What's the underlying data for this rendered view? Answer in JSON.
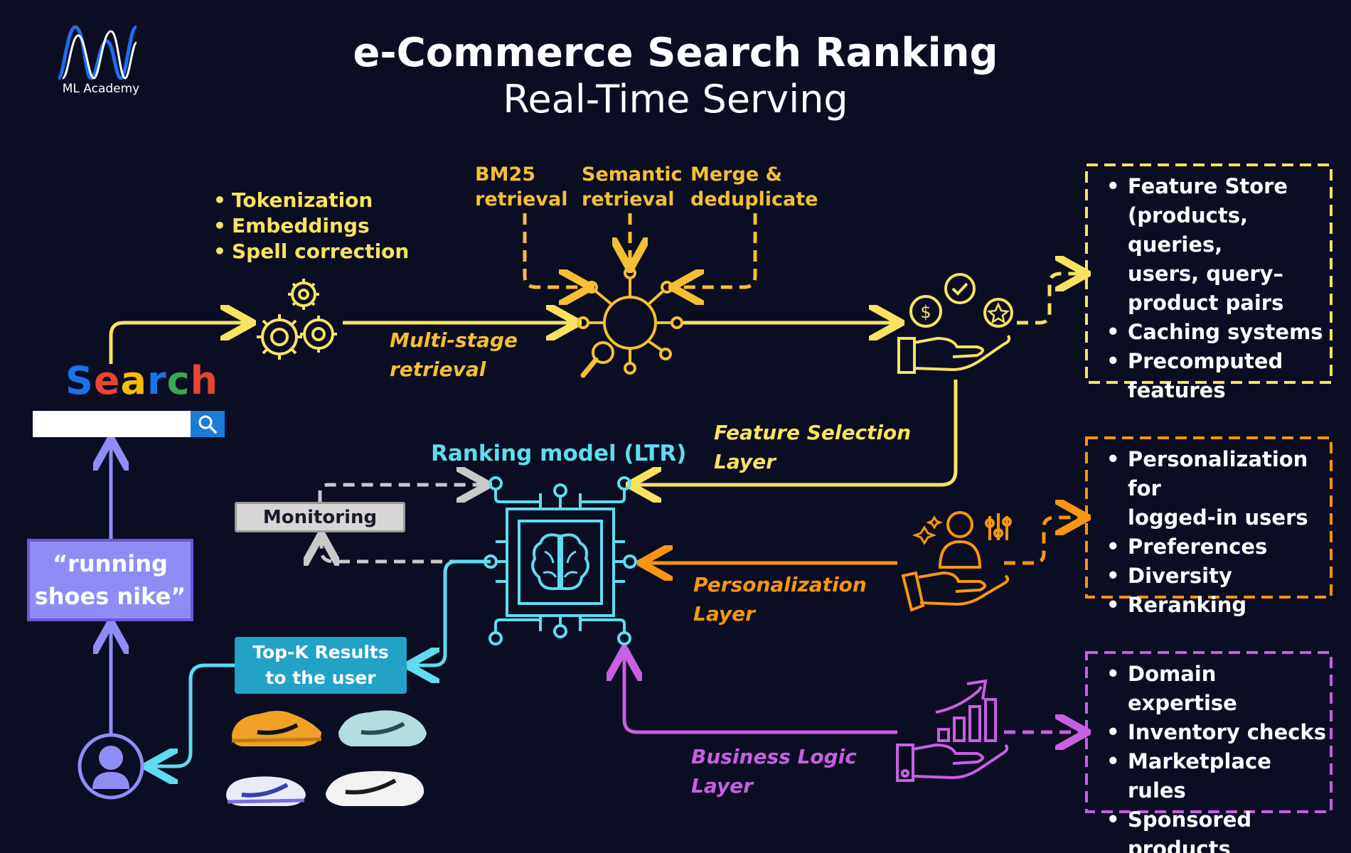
{
  "title": "e-Commerce Search Ranking",
  "subtitle": "Real-Time Serving",
  "logo": {
    "text": "ML Academy"
  },
  "search": {
    "letters": [
      "S",
      "e",
      "a",
      "r",
      "c",
      "h"
    ],
    "letter_colors": [
      "#1a73e8",
      "#ea4335",
      "#fbbc05",
      "#1a73e8",
      "#34a853",
      "#ea4335"
    ],
    "icon": "magnifier-icon"
  },
  "query": {
    "line1": "“running",
    "line2": "shoes nike”"
  },
  "preprocessing": {
    "items": [
      "Tokenization",
      "Embeddings",
      "Spell correction"
    ],
    "icon": "gears-icon"
  },
  "retrieval": {
    "label_line1": "Multi-stage",
    "label_line2": "retrieval",
    "bm25_line1": "BM25",
    "bm25_line2": "retrieval",
    "semantic_line1": "Semantic",
    "semantic_line2": "retrieval",
    "merge_line1": "Merge &",
    "merge_line2": "deduplicate",
    "icon": "retrieval-hub-icon"
  },
  "feature_selection": {
    "label_line1": "Feature Selection",
    "label_line2": "Layer",
    "icon": "hand-with-coins-icon",
    "box_items": [
      [
        "Feature Store"
      ],
      [
        "(products, queries,"
      ],
      [
        "users, query–"
      ],
      [
        "product pairs"
      ],
      [
        "Caching systems"
      ],
      [
        "Precomputed"
      ],
      [
        "features"
      ]
    ],
    "bullet_rows": [
      0,
      4,
      5
    ]
  },
  "personalization": {
    "label_line1": "Personalization",
    "label_line2": "Layer",
    "icon": "hand-with-person-icon",
    "lines": [
      "Personalization for",
      "logged-in users",
      "Preferences",
      "Diversity",
      "Reranking"
    ],
    "bullet_rows": [
      0,
      2,
      3,
      4
    ]
  },
  "business_logic": {
    "label_line1": "Business Logic",
    "label_line2": "Layer",
    "icon": "hand-with-growth-chart-icon",
    "lines": [
      "Domain expertise",
      "Inventory checks",
      "Marketplace rules",
      "Sponsored",
      "products"
    ],
    "bullet_rows": [
      0,
      1,
      2,
      3
    ]
  },
  "ranking_model": {
    "label": "Ranking model (LTR)",
    "icon": "ai-chip-brain-icon"
  },
  "monitoring": {
    "label": "Monitoring"
  },
  "topk": {
    "line1": "Top-K Results",
    "line2": "to the user",
    "products_icon": "running-shoes-icon"
  },
  "user": {
    "icon": "user-avatar-icon"
  },
  "colors": {
    "background": "#0b0e23",
    "yellow": "#f7e35f",
    "gold": "#f4bf34",
    "orange": "#f9950f",
    "purple": "#c95fe2",
    "cyan": "#5fdcf0",
    "lavender": "#8f8df5",
    "gray": "#c9c9c9"
  }
}
